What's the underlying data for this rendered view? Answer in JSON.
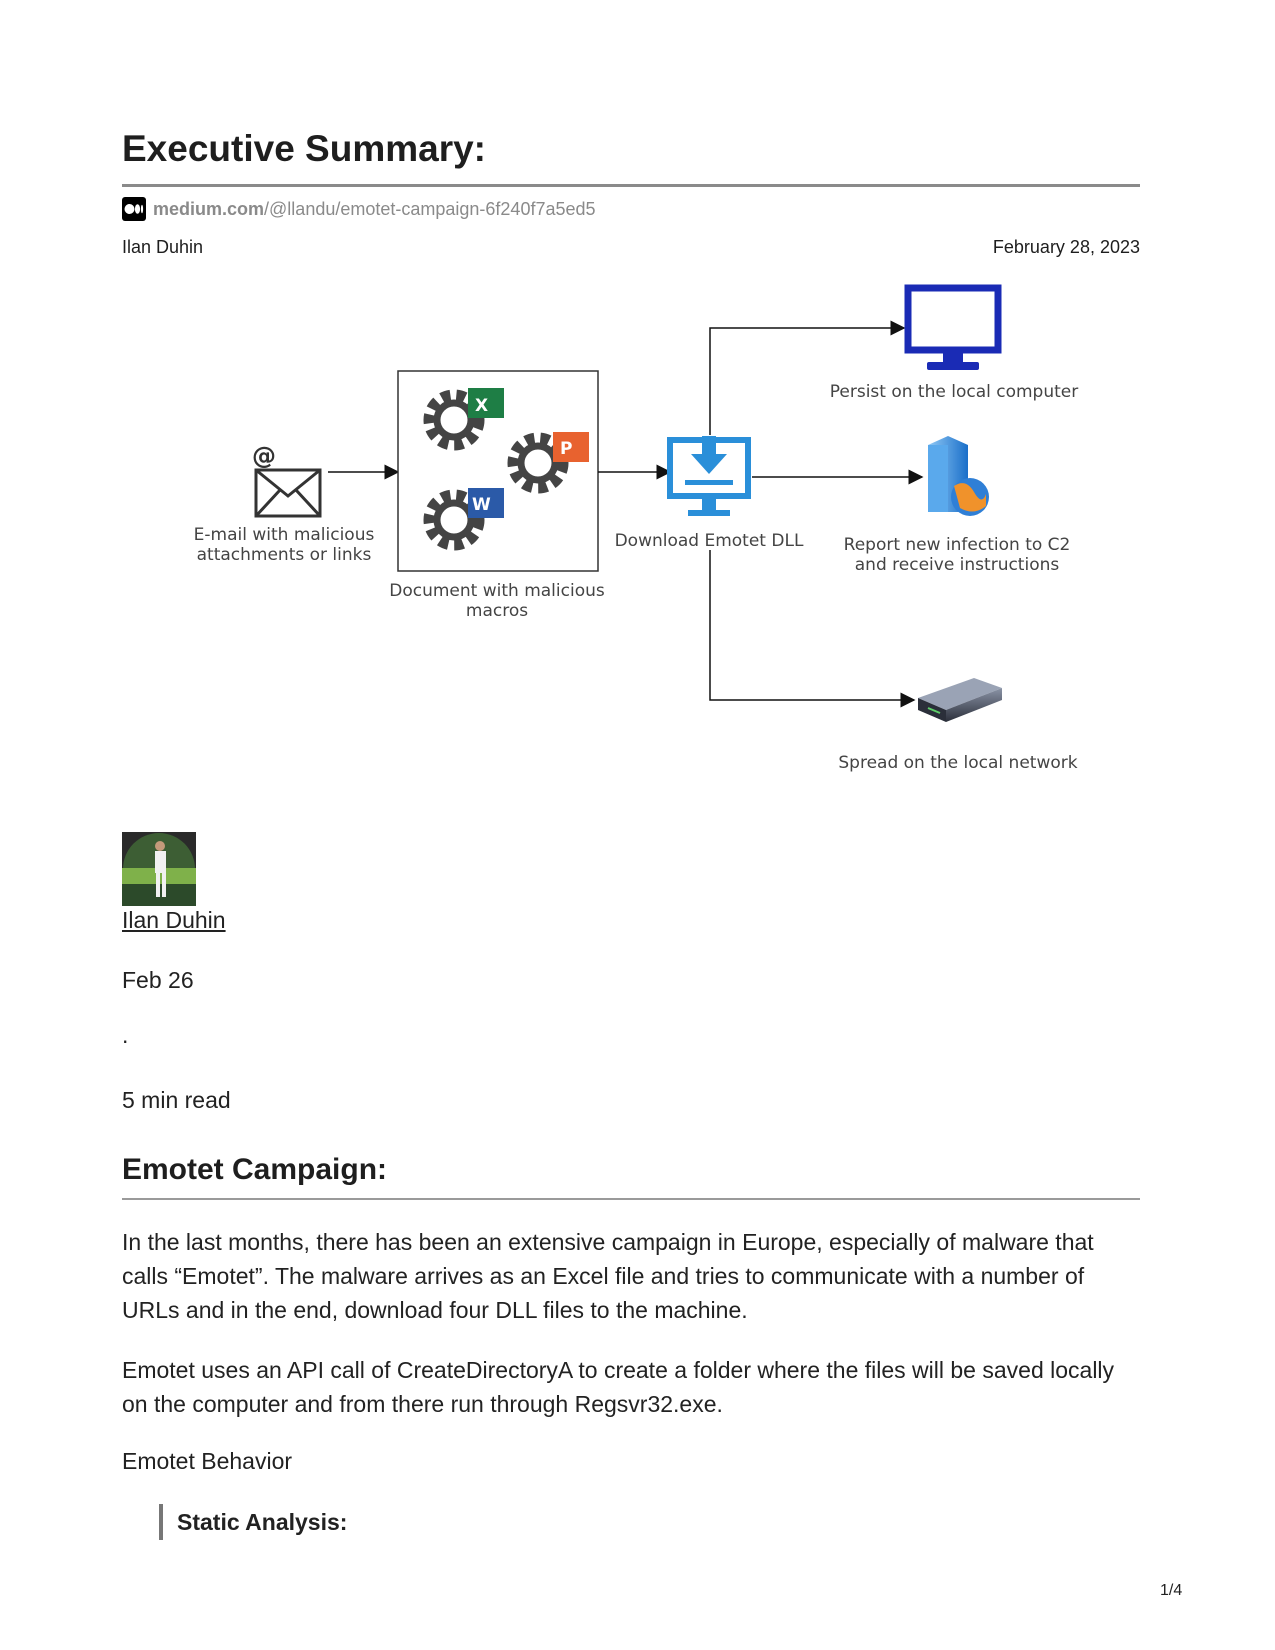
{
  "header": {
    "title": "Executive Summary:",
    "source_domain": "medium.com",
    "source_path": "/@llandu/emotet-campaign-6f240f7a5ed5",
    "source_icon": "medium-logo-icon",
    "author": "Ilan Duhin",
    "date": "February 28, 2023"
  },
  "diagram": {
    "email_label_1": "E-mail with malicious",
    "email_label_2": "attachments or links",
    "doc_label_1": "Document with malicious",
    "doc_label_2": "macros",
    "download_label": "Download Emotet DLL",
    "persist_label": "Persist on the local computer",
    "report_label_1": "Report new infection to C2",
    "report_label_2": "and receive instructions",
    "spread_label": "Spread on the local network",
    "excel_letter": "X",
    "ppt_letter": "P",
    "word_letter": "W",
    "at_sign": "@"
  },
  "byline": {
    "author_link": "Ilan Duhin",
    "pub_date": "Feb 26",
    "separator": ".",
    "read_time": "5 min read"
  },
  "article": {
    "heading": "Emotet Campaign:",
    "paragraph_1": "In the last months, there has been an extensive campaign in Europe, especially of malware that calls “Emotet”. The malware arrives as an Excel file and tries to communicate with a number of URLs and in the end, download four DLL files to the machine.",
    "paragraph_2": "Emotet uses an API call of CreateDirectoryA to create a folder where the files will be saved locally on the computer and from there run through Regsvr32.exe.",
    "behavior_label": "Emotet Behavior",
    "quote_heading": "Static Analysis:"
  },
  "footer": {
    "page_number": "1/4"
  }
}
